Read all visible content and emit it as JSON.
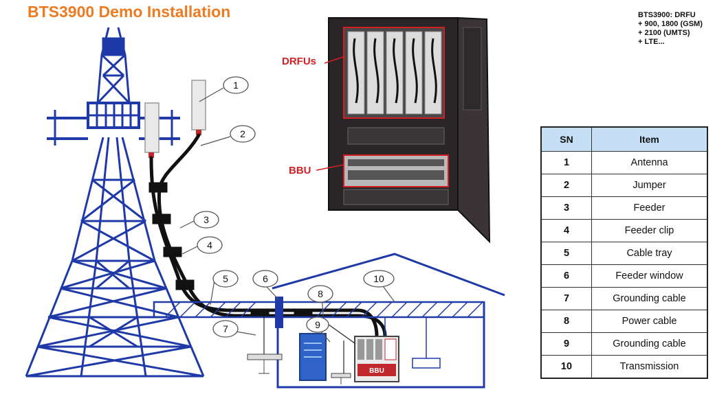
{
  "title": "BTS3900 Demo Installation",
  "notes": [
    "BTS3900: DRFU",
    "+ 900, 1800 (GSM)",
    "+ 2100 (UMTS)",
    "+ LTE..."
  ],
  "cabinet_labels": {
    "drfu": "DRFUs",
    "bbu": "BBU"
  },
  "bbu_box_label": "BBU",
  "callouts": [
    "1",
    "2",
    "3",
    "4",
    "5",
    "6",
    "7",
    "8",
    "9",
    "10"
  ],
  "table": {
    "headers": {
      "sn": "SN",
      "item": "Item"
    },
    "rows": [
      {
        "sn": "1",
        "item": "Antenna"
      },
      {
        "sn": "2",
        "item": "Jumper"
      },
      {
        "sn": "3",
        "item": "Feeder"
      },
      {
        "sn": "4",
        "item": "Feeder clip"
      },
      {
        "sn": "5",
        "item": "Cable tray"
      },
      {
        "sn": "6",
        "item": "Feeder window"
      },
      {
        "sn": "7",
        "item": "Grounding cable"
      },
      {
        "sn": "8",
        "item": "Power cable"
      },
      {
        "sn": "9",
        "item": "Grounding cable"
      },
      {
        "sn": "10",
        "item": "Transmission"
      }
    ]
  },
  "colors": {
    "title": "#ee7b22",
    "tower": "#1f3aa8",
    "highlight": "#d21f26",
    "table_header": "#c7dff4"
  }
}
